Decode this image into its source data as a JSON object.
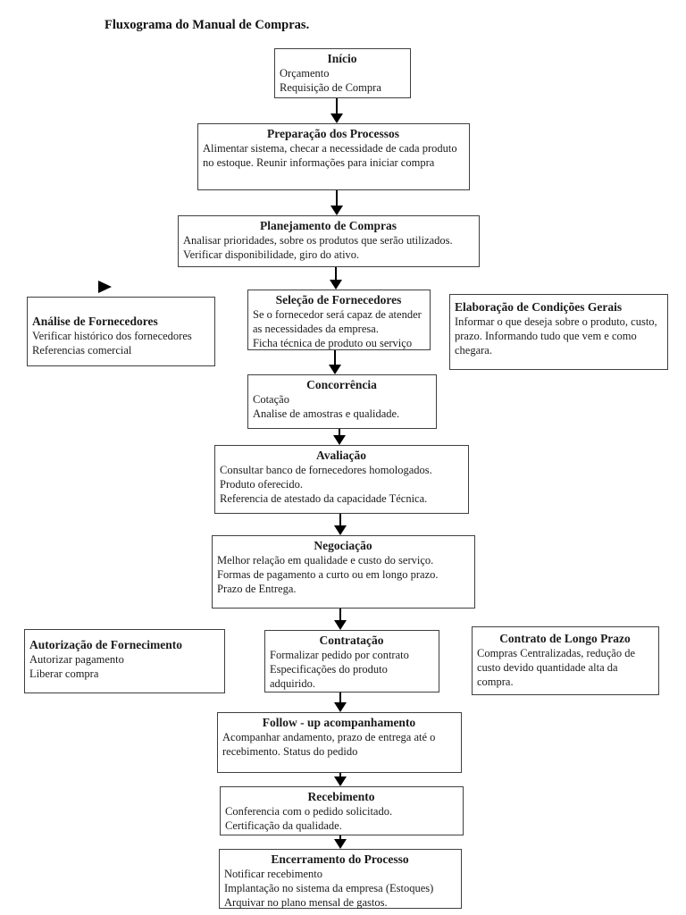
{
  "title": "Fluxograma do Manual de Compras.",
  "colors": {
    "background": "#ffffff",
    "box_border": "#3f3f3f",
    "text": "#1b1b1b",
    "arrow": "#000000"
  },
  "icons": {
    "down_arrow": "solid black downward triangle with stem",
    "right_arrow": "solid black right-pointing triangle"
  },
  "nodes": {
    "inicio": {
      "title": "Início",
      "lines": [
        "Orçamento",
        "Requisição de Compra"
      ]
    },
    "preparacao": {
      "title": "Preparação dos Processos",
      "lines": [
        "Alimentar sistema, checar a necessidade de cada produto no estoque. Reunir informações para iniciar compra"
      ]
    },
    "planejamento": {
      "title": "Planejamento de Compras",
      "lines": [
        "Analisar prioridades, sobre os produtos que serão utilizados.",
        "Verificar disponibilidade, giro do ativo."
      ]
    },
    "selecao": {
      "title": "Seleção de Fornecedores",
      "lines": [
        "Se o fornecedor será capaz de atender as necessidades da empresa.",
        "Ficha técnica de produto ou serviço"
      ]
    },
    "analise": {
      "title": "Análise de Fornecedores",
      "lines": [
        "Verificar histórico dos fornecedores",
        "Referencias comercial"
      ]
    },
    "elaboracao": {
      "title": "Elaboração de Condições Gerais",
      "lines": [
        "Informar o que deseja sobre o produto, custo, prazo. Informando tudo que vem e como chegara."
      ]
    },
    "concorrencia": {
      "title": "Concorrência",
      "lines": [
        "Cotação",
        "Analise de amostras e qualidade."
      ]
    },
    "avaliacao": {
      "title": "Avaliação",
      "lines": [
        "Consultar banco de fornecedores homologados.",
        "Produto oferecido.",
        "Referencia de atestado da capacidade Técnica."
      ]
    },
    "negociacao": {
      "title": "Negociação",
      "lines": [
        "Melhor relação em qualidade e custo do serviço.",
        "Formas de pagamento a curto ou em longo prazo.",
        "Prazo de Entrega."
      ]
    },
    "autorizacao": {
      "title": "Autorização de Fornecimento",
      "lines": [
        "Autorizar pagamento",
        "Liberar compra"
      ]
    },
    "contratacao": {
      "title": "Contratação",
      "lines": [
        "Formalizar pedido por contrato",
        "Especificações do produto adquirido."
      ]
    },
    "contrato_longo": {
      "title": "Contrato de Longo Prazo",
      "lines": [
        "Compras Centralizadas, redução de custo devido quantidade alta da compra."
      ]
    },
    "followup": {
      "title": "Follow - up acompanhamento",
      "lines": [
        "Acompanhar andamento, prazo de entrega até o recebimento.  Status do pedido"
      ]
    },
    "recebimento": {
      "title": "Recebimento",
      "lines": [
        "Conferencia com o pedido solicitado.",
        "Certificação da qualidade."
      ]
    },
    "encerramento": {
      "title": "Encerramento do Processo",
      "lines": [
        "Notificar recebimento",
        "Implantação no sistema da empresa (Estoques)",
        "Arquivar no plano mensal de gastos."
      ]
    }
  }
}
